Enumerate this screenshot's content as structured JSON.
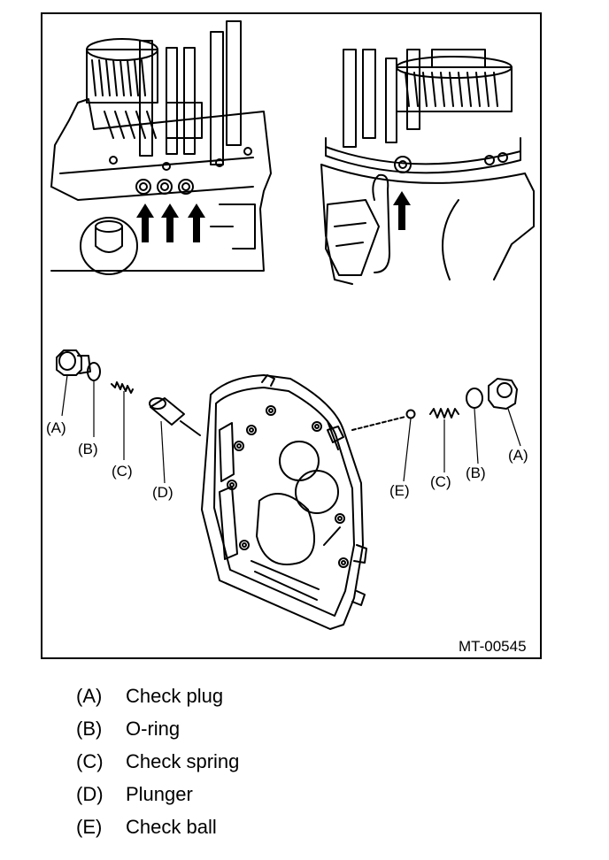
{
  "figure": {
    "id": "MT-00545",
    "callouts": {
      "left": [
        "(A)",
        "(B)",
        "(C)",
        "(D)"
      ],
      "right": [
        "(E)",
        "(C)",
        "(B)",
        "(A)"
      ]
    }
  },
  "legend": [
    {
      "letter": "(A)",
      "text": "Check plug"
    },
    {
      "letter": "(B)",
      "text": "O-ring"
    },
    {
      "letter": "(C)",
      "text": "Check spring"
    },
    {
      "letter": "(D)",
      "text": "Plunger"
    },
    {
      "letter": "(E)",
      "text": "Check ball"
    }
  ]
}
